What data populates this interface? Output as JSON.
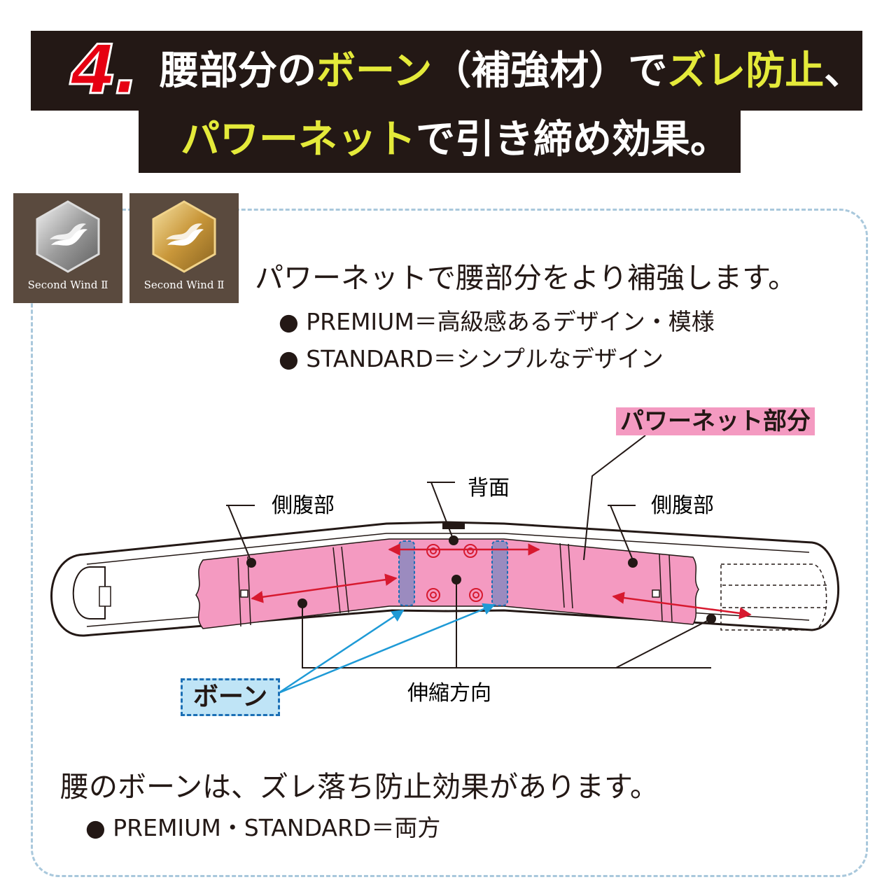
{
  "header": {
    "number": "4.",
    "line1": {
      "part1": "腰部分の",
      "hl1": "ボーン",
      "part2": "（補強材）で",
      "hl2": "ズレ防止",
      "part3": "、"
    },
    "line2": {
      "hl1": "パワーネット",
      "part1": "で引き締め効果。"
    }
  },
  "badges": [
    {
      "label": "Second Wind Ⅱ",
      "tone": "silver"
    },
    {
      "label": "Second Wind Ⅱ",
      "tone": "gold"
    }
  ],
  "powernet_section": {
    "heading": "パワーネットで腰部分をより補強します。",
    "bullets": [
      "● PREMIUM＝高級感あるデザイン・模様",
      "●  STANDARD＝シンプルなデザイン"
    ]
  },
  "diagram": {
    "label_powernet": "パワーネット部分",
    "label_back": "背面",
    "label_side_left": "側腹部",
    "label_side_right": "側腹部",
    "label_stretch": "伸縮方向",
    "label_bone": "ボーン"
  },
  "bone_section": {
    "heading": "腰のボーンは、ズレ落ち防止効果があります。",
    "bullet": "● PREMIUM・STANDARD＝両方"
  },
  "colors": {
    "banner": "#231815",
    "highlight": "#e4ea3a",
    "number": "#e60012",
    "pink": "#f49ac1",
    "bone": "#9b8bbf",
    "arrow_red": "#d7192f",
    "arrow_blue": "#1e9ad6",
    "dash": "#a9c8dc",
    "badge_bg": "#5a4a3e"
  }
}
